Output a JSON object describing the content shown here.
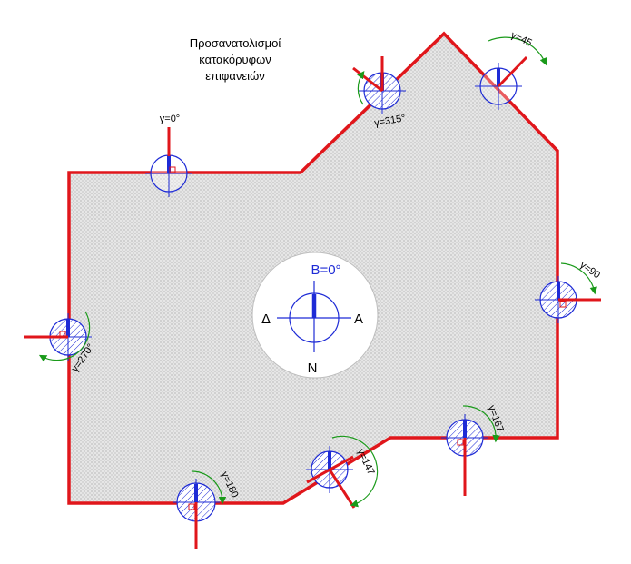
{
  "title": {
    "lines": [
      "Προσανατολισμοί",
      "κατακόρυφων",
      "επιφανειών"
    ]
  },
  "compass": {
    "north_label": "Β=0°",
    "east_label": "Α",
    "west_label": "Δ",
    "south_label": "Ν"
  },
  "markers": [
    {
      "key": "g0",
      "label": "γ=0°",
      "angle_deg": 0
    },
    {
      "key": "g315",
      "label": "γ=315°",
      "angle_deg": 315
    },
    {
      "key": "g45",
      "label": "γ=45",
      "angle_deg": 45
    },
    {
      "key": "g90",
      "label": "γ=90",
      "angle_deg": 90
    },
    {
      "key": "g270",
      "label": "γ=270°",
      "angle_deg": 270
    },
    {
      "key": "g180",
      "label": "γ=180",
      "angle_deg": 180
    },
    {
      "key": "g147",
      "label": "γ=147",
      "angle_deg": 147
    },
    {
      "key": "g167",
      "label": "γ=167",
      "angle_deg": 167
    }
  ],
  "colors": {
    "outline": "#e0161b",
    "needle": "#1e2bd6",
    "arrow": "#1a9a1a",
    "fill": "#e4e4e4"
  }
}
